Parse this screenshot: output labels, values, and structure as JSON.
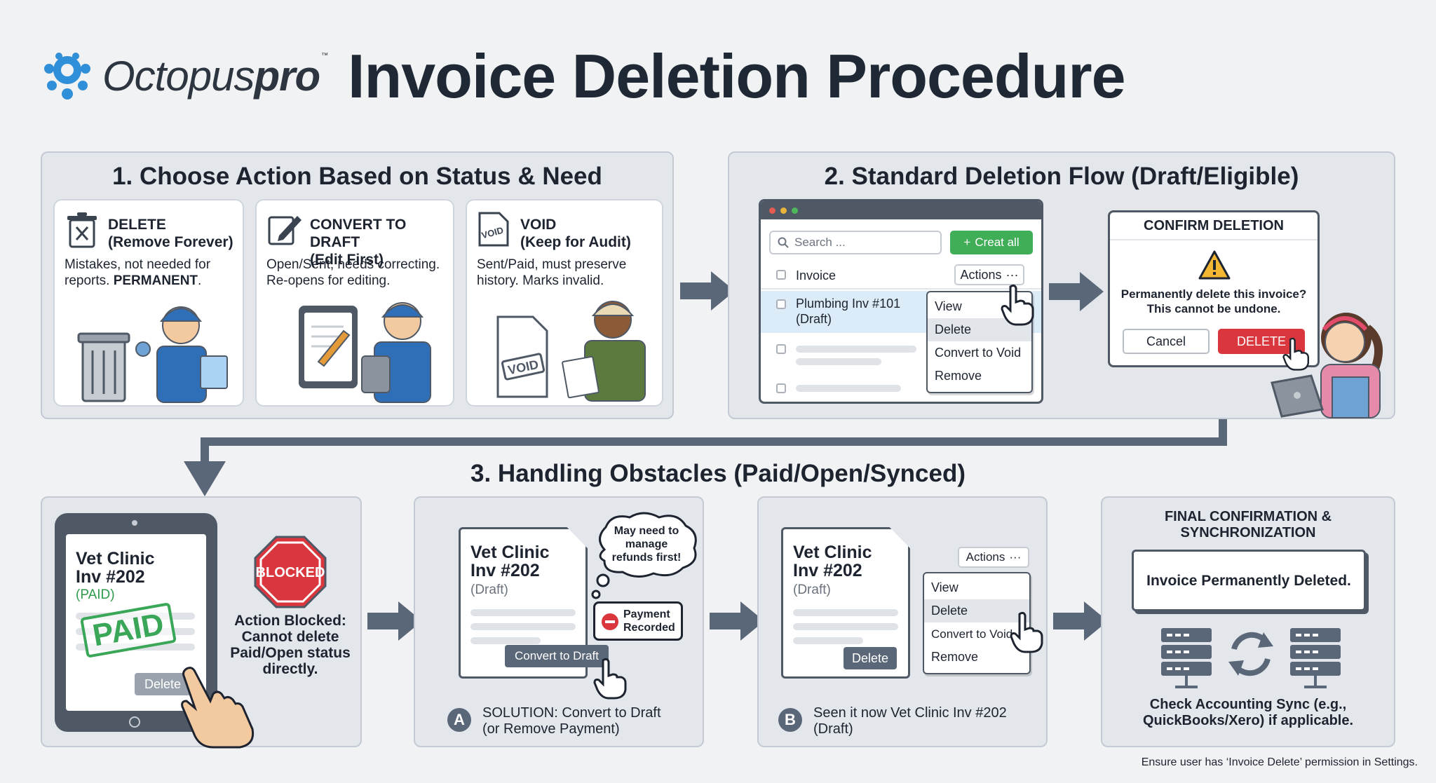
{
  "header": {
    "brand_regular": "Octopus",
    "brand_bold": "pro",
    "brand_tm": "™",
    "title": "Invoice Deletion Procedure"
  },
  "section1": {
    "title": "1. Choose Action Based on Status & Need",
    "cards": [
      {
        "name": "DELETE",
        "sub": "(Remove Forever)",
        "desc_pre": "Mistakes, not needed for reports. ",
        "desc_bold": "PERMANENT",
        "desc_post": ".",
        "icon": "trash-icon"
      },
      {
        "name": "CONVERT TO DRAFT",
        "sub": "(Edit First)",
        "desc_pre": "Open/Sent, needs correcting. Re-opens for editing.",
        "desc_bold": "",
        "desc_post": "",
        "icon": "pencil-icon"
      },
      {
        "name": "VOID",
        "sub": "(Keep for Audit)",
        "desc_pre": "Sent/Paid, must preserve history. Marks invalid.",
        "desc_bold": "",
        "desc_post": "",
        "icon": "void-stamp-icon"
      }
    ],
    "void_stamp": "VOID",
    "void_label": "VOID"
  },
  "section2": {
    "title": "2. Standard Deletion Flow (Draft/Eligible)",
    "search_placeholder": "Search ...",
    "create_button": "Creat all",
    "list_header": "Invoice",
    "actions_label": "Actions",
    "ellipsis": "···",
    "row1_title": "Plumbing Inv #101",
    "row1_sub": "(Draft)",
    "menu": [
      "View",
      "Delete",
      "Convert to Void",
      "Remove"
    ],
    "menu_highlight": "Delete",
    "dialog": {
      "title": "CONFIRM DELETION",
      "message_line1": "Permanently delete this invoice?",
      "message_line2": "This cannot be undone.",
      "cancel": "Cancel",
      "delete": "DELETE"
    }
  },
  "section3": {
    "title": "3. Handling Obstacles (Paid/Open/Synced)",
    "blocked_panel": {
      "invoice_name": "Vet Clinic",
      "invoice_number": "Inv #202",
      "status": "(PAID)",
      "stamp": "PAID",
      "button": "Delete",
      "sign": "BLOCKED",
      "note_lines": [
        "Action Blocked:",
        "Cannot delete",
        "Paid/Open status",
        "directly."
      ]
    },
    "solution_panel": {
      "invoice_name": "Vet Clinic",
      "invoice_number": "Inv #202",
      "status": "(Draft)",
      "thought_lines": [
        "May need to",
        "manage",
        "refunds first!"
      ],
      "payment_lines": [
        "Payment",
        "Recorded"
      ],
      "button": "Convert to Draft",
      "badge": "A",
      "caption_line1": "SOLUTION: Convert to Draft",
      "caption_line2": "(or Remove Payment)"
    },
    "retry_panel": {
      "invoice_name": "Vet Clinic",
      "invoice_number": "Inv #202",
      "status": "(Draft)",
      "actions_label": "Actions",
      "ellipsis": "···",
      "menu": [
        "View",
        "Delete",
        "Convert to Void",
        "Remove"
      ],
      "menu_highlight": "Delete",
      "button": "Delete",
      "badge": "B",
      "caption_line1": "Seen it now Vet Clinic Inv #202",
      "caption_line2": "(Draft)"
    },
    "final_panel": {
      "title_line1": "FINAL CONFIRMATION &",
      "title_line2": "SYNCHRONIZATION",
      "confirmation": "Invoice Permanently Deleted.",
      "caption_line1": "Check Accounting Sync (e.g.,",
      "caption_line2": "QuickBooks/Xero) if applicable."
    }
  },
  "footer": "Ensure user has ‘Invoice Delete’ permission in Settings.",
  "colors": {
    "red": "#d9373d",
    "green": "#3fae57",
    "slate": "#5a6778",
    "brand_blue": "#2f8fd8"
  }
}
